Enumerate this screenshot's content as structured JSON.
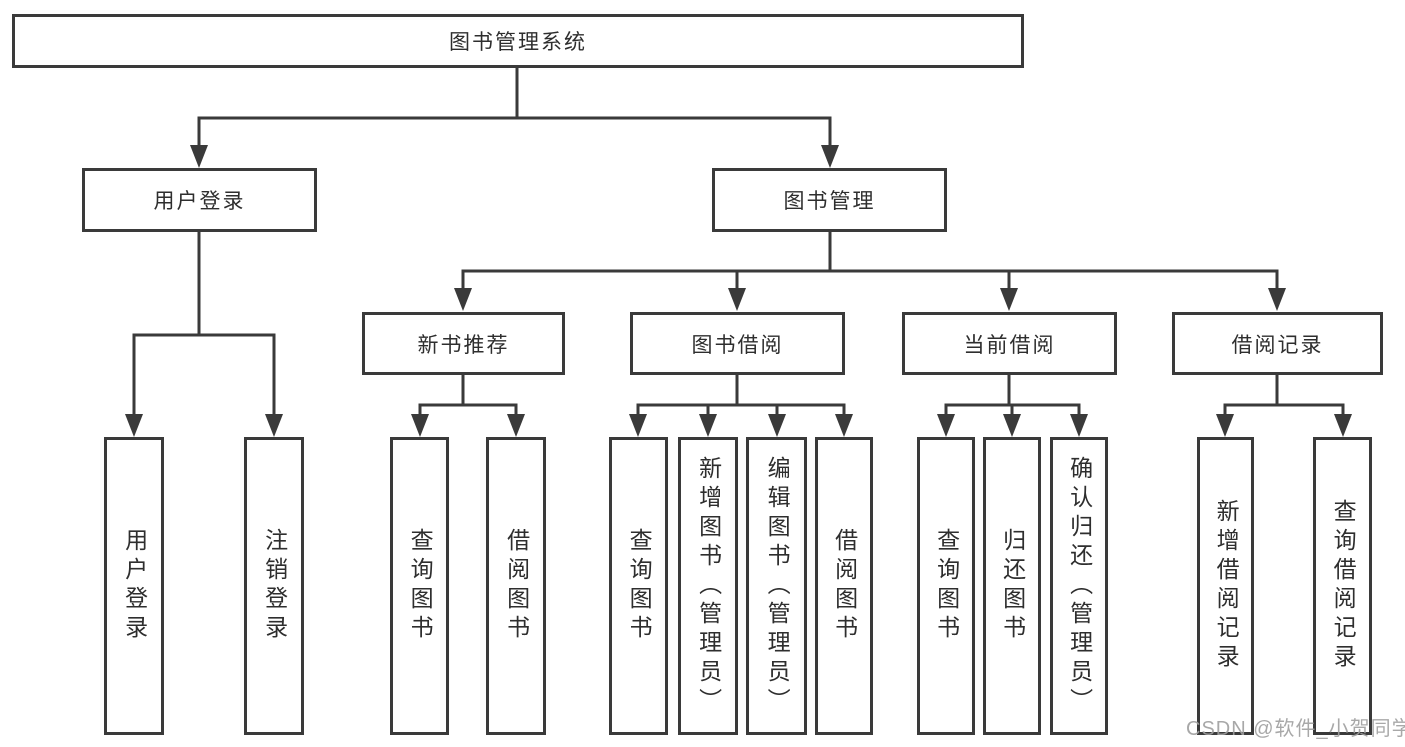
{
  "diagram": {
    "root": {
      "label": "图书管理系统"
    },
    "user_login": {
      "label": "用户登录",
      "children": {
        "login": {
          "label": "用户登录"
        },
        "logout": {
          "label": "注销登录"
        }
      }
    },
    "book_management": {
      "label": "图书管理",
      "children": {
        "new_book_recommend": {
          "label": "新书推荐",
          "children": {
            "query_book": {
              "label": "查询图书"
            },
            "borrow_book": {
              "label": "借阅图书"
            }
          }
        },
        "book_borrow": {
          "label": "图书借阅",
          "children": {
            "query_book": {
              "label": "查询图书"
            },
            "add_book": {
              "label": "新增图书（管理员）"
            },
            "edit_book": {
              "label": "编辑图书（管理员）"
            },
            "borrow_book": {
              "label": "借阅图书"
            }
          }
        },
        "current_borrow": {
          "label": "当前借阅",
          "children": {
            "query_book": {
              "label": "查询图书"
            },
            "return_book": {
              "label": "归还图书"
            },
            "confirm_return": {
              "label": "确认归还（管理员）"
            }
          }
        },
        "borrow_record": {
          "label": "借阅记录",
          "children": {
            "add_record": {
              "label": "新增借阅记录"
            },
            "query_record": {
              "label": "查询借阅记录"
            }
          }
        }
      }
    }
  },
  "watermark": {
    "text": "CSDN @软件_小贺同学"
  },
  "colors": {
    "line": "#3a3a3a",
    "text": "#2e2e2e",
    "watermark": "#9f9f9f",
    "background": "#ffffff"
  }
}
